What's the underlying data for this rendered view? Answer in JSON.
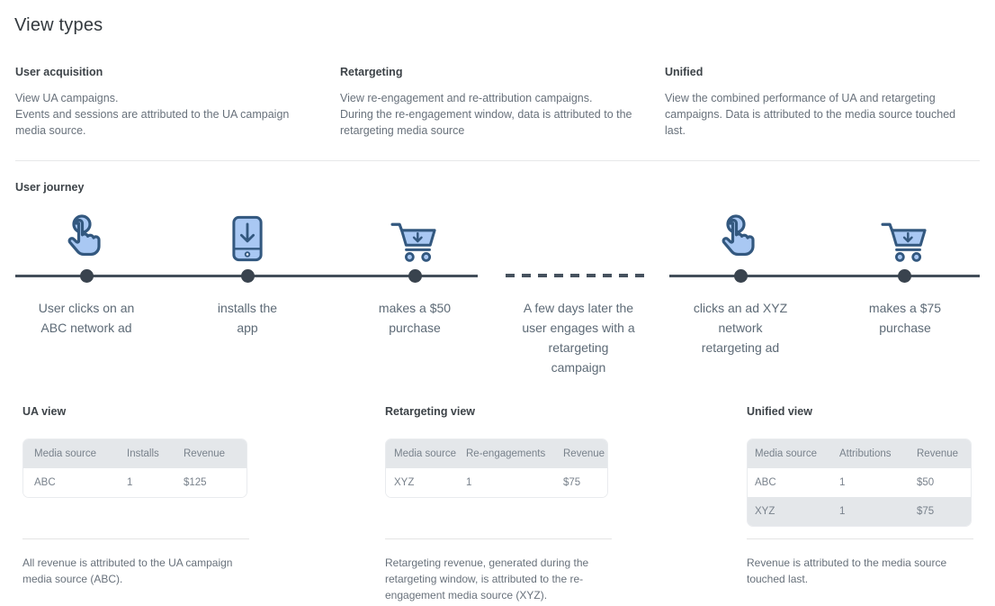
{
  "page": {
    "title": "View types"
  },
  "colors": {
    "icon_fill": "#a9c8f3",
    "icon_stroke": "#33587f",
    "timeline": "#434e5a",
    "timeline_dot": "#39434e",
    "table_header_bg": "#e4e7ea"
  },
  "view_types": [
    {
      "title": "User acquisition",
      "description": "View UA campaigns.\nEvents and sessions are attributed to the UA campaign media source."
    },
    {
      "title": "Retargeting",
      "description": "View re-engagement and re-attribution campaigns.\nDuring the re-engagement window, data is attributed to the retargeting media source"
    },
    {
      "title": "Unified",
      "description": "View the combined performance of UA and retargeting campaigns. Data is attributed to the media source touched last."
    }
  ],
  "user_journey": {
    "title": "User journey",
    "steps": [
      {
        "icon": "tap-icon",
        "label": "User clicks on an\nABC network ad"
      },
      {
        "icon": "app-install-icon",
        "label": "installs the\napp"
      },
      {
        "icon": "cart-icon",
        "label": "makes a $50\npurchase"
      },
      {
        "icon": null,
        "label": "A few days later the\nuser engages with a\nretargeting\ncampaign"
      },
      {
        "icon": "tap-icon",
        "label": "clicks an  ad XYZ\nnetwork\nretargeting ad"
      },
      {
        "icon": "cart-icon",
        "label": "makes a $75\npurchase"
      }
    ]
  },
  "views": [
    {
      "title": "UA view",
      "columns": [
        "Media source",
        "Installs",
        "Revenue"
      ],
      "rows": [
        [
          "ABC",
          "1",
          "$125"
        ]
      ],
      "note": "All revenue is attributed to the UA campaign media source (ABC)."
    },
    {
      "title": "Retargeting view",
      "columns": [
        "Media source",
        "Re-engagements",
        "Revenue"
      ],
      "rows": [
        [
          "XYZ",
          "1",
          "$75"
        ]
      ],
      "note": "Retargeting revenue, generated during the retargeting window, is attributed to the re-engagement media source (XYZ)."
    },
    {
      "title": "Unified view",
      "columns": [
        "Media source",
        "Attributions",
        "Revenue"
      ],
      "rows": [
        [
          "ABC",
          "1",
          "$50"
        ],
        [
          "XYZ",
          "1",
          "$75"
        ]
      ],
      "note": "Revenue is attributed to the media source touched last."
    }
  ]
}
